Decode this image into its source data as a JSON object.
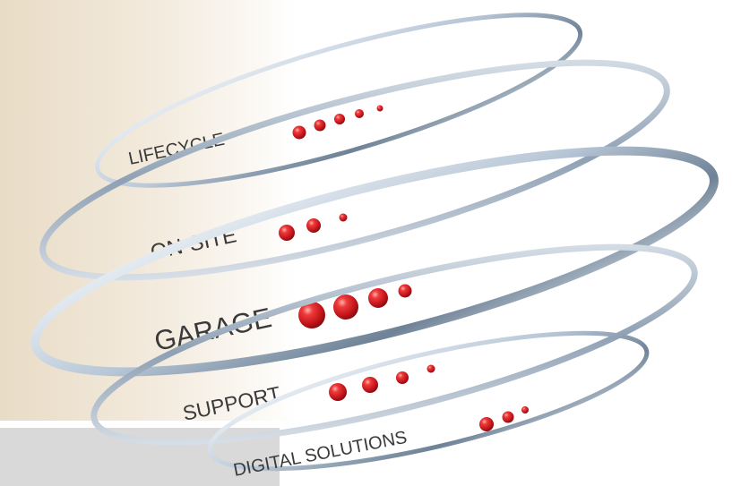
{
  "rings": [
    {
      "key": "lifecycle",
      "label": "LIFECYCLE",
      "dot_count": 5
    },
    {
      "key": "on-site",
      "label": "ON-SITE",
      "dot_count": 3
    },
    {
      "key": "garage",
      "label": "GARAGE",
      "dot_count": 4
    },
    {
      "key": "support",
      "label": "SUPPORT",
      "dot_count": 4
    },
    {
      "key": "digital-solutions",
      "label": "DIGITAL SOLUTIONS",
      "dot_count": 3
    }
  ],
  "colors": {
    "ring_light": "#f4f7fb",
    "ring_mid": "#a9b8c8",
    "ring_dark": "#5c6f84",
    "dot": "#d01a1f",
    "dot_highlight": "#ff8a8a",
    "text": "#3a3a3a",
    "bg_warm": "#efe4d2",
    "bg_gray": "#d9d9d9"
  }
}
